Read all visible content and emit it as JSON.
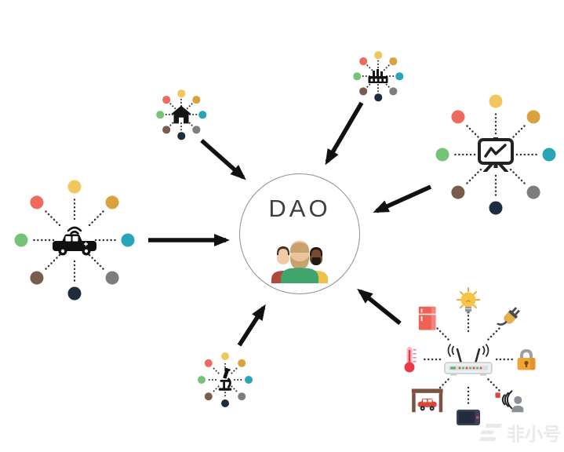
{
  "center": {
    "label": "DAO",
    "icon": "people-group-icon",
    "circle_border_color": "#8f8f8f"
  },
  "palette": {
    "yellow": "#efc75e",
    "gold": "#d8a23d",
    "teal": "#29a3b6",
    "gray": "#7d7d7d",
    "navy": "#1e2d3d",
    "brown": "#795c4d",
    "green": "#76c277",
    "red": "#ee6a5e"
  },
  "clusters": [
    {
      "id": "smart-home",
      "icon": "house-icon",
      "node_colors": [
        "yellow",
        "gold",
        "teal",
        "gray",
        "navy",
        "brown",
        "green",
        "red"
      ]
    },
    {
      "id": "industry",
      "icon": "factory-icon",
      "node_colors": [
        "yellow",
        "gold",
        "teal",
        "gray",
        "navy",
        "brown",
        "green",
        "red"
      ]
    },
    {
      "id": "analytics",
      "icon": "presentation-chart-icon",
      "node_colors": [
        "yellow",
        "gold",
        "teal",
        "gray",
        "navy",
        "brown",
        "green",
        "red"
      ]
    },
    {
      "id": "connected-car",
      "icon": "car-icon",
      "node_colors": [
        "yellow",
        "gold",
        "teal",
        "gray",
        "navy",
        "brown",
        "green",
        "red"
      ]
    },
    {
      "id": "research",
      "icon": "microscope-icon",
      "node_colors": [
        "yellow",
        "gold",
        "teal",
        "gray",
        "navy",
        "brown",
        "green",
        "red"
      ]
    },
    {
      "id": "smart-devices",
      "icon": "router-icon",
      "satellites": [
        "lightbulb-icon",
        "plug-icon",
        "padlock-icon",
        "speaking-person-icon",
        "smartphone-icon",
        "garage-car-icon",
        "thermometer-icon",
        "refrigerator-icon"
      ]
    }
  ],
  "arrows": {
    "count": 6,
    "color": "#111111"
  },
  "watermark": {
    "text": "非小号",
    "color": "#e9e9e9"
  }
}
